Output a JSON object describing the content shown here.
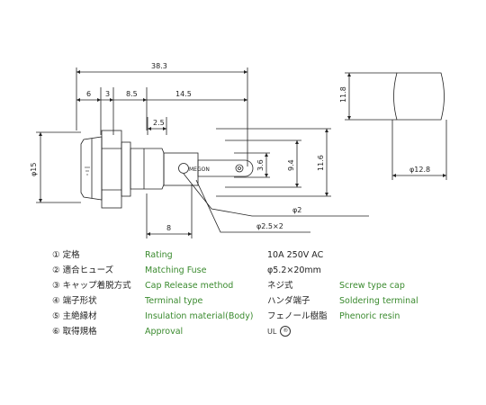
{
  "dimensions": {
    "overall_length": "38.3",
    "seg_6": "6",
    "seg_3": "3",
    "seg_8_5": "8.5",
    "seg_14_5": "14.5",
    "seg_2_5": "2.5",
    "dia_15": "φ15",
    "h_3_6": "3.6",
    "h_9_4": "9.4",
    "h_11_6": "11.6",
    "seg_8": "8",
    "dia_2": "φ2",
    "dia_2_5x2": "φ2.5×2",
    "cap_11_8": "11.8",
    "cap_12_8": "φ12.8",
    "body_marking": "MEGON"
  },
  "specs": [
    {
      "num": "①",
      "jp": "定格",
      "en": "Rating"
    },
    {
      "num": "②",
      "jp": "適合ヒューズ",
      "en": "Matching Fuse"
    },
    {
      "num": "③",
      "jp": "キャップ着脱方式",
      "en": "Cap Release method"
    },
    {
      "num": "④",
      "jp": "端子形状",
      "en": "Terminal type"
    },
    {
      "num": "⑤",
      "jp": "主絶縁材",
      "en": "Insulation material(Body)"
    },
    {
      "num": "⑥",
      "jp": "取得規格",
      "en": "Approval"
    }
  ],
  "values": [
    {
      "jp": "10A  250V  AC",
      "en": ""
    },
    {
      "jp": "φ5.2×20mm",
      "en": ""
    },
    {
      "jp": "ネジ式",
      "en": "Screw type cap"
    },
    {
      "jp": "ハンダ端子",
      "en": "Soldering terminal"
    },
    {
      "jp": "フェノール樹脂",
      "en": "Phenoric resin"
    }
  ],
  "approval_marks": [
    "UL",
    "®"
  ]
}
